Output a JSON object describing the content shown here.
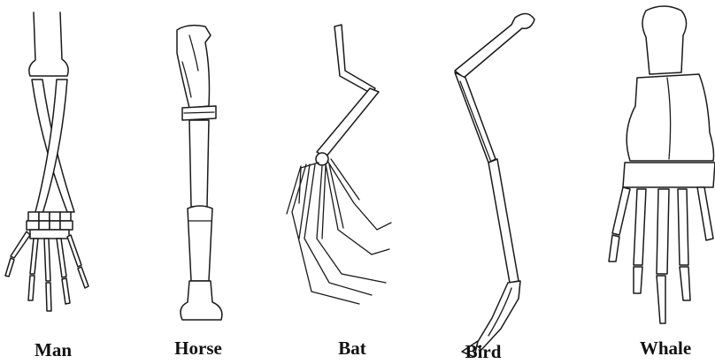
{
  "labels": {
    "man": "Man",
    "horse": "Horse",
    "bat": "Bat",
    "bird": "Bird",
    "whale": "Whale"
  },
  "colors": {
    "ink": "#1a1a1a",
    "background": "#ffffff"
  }
}
